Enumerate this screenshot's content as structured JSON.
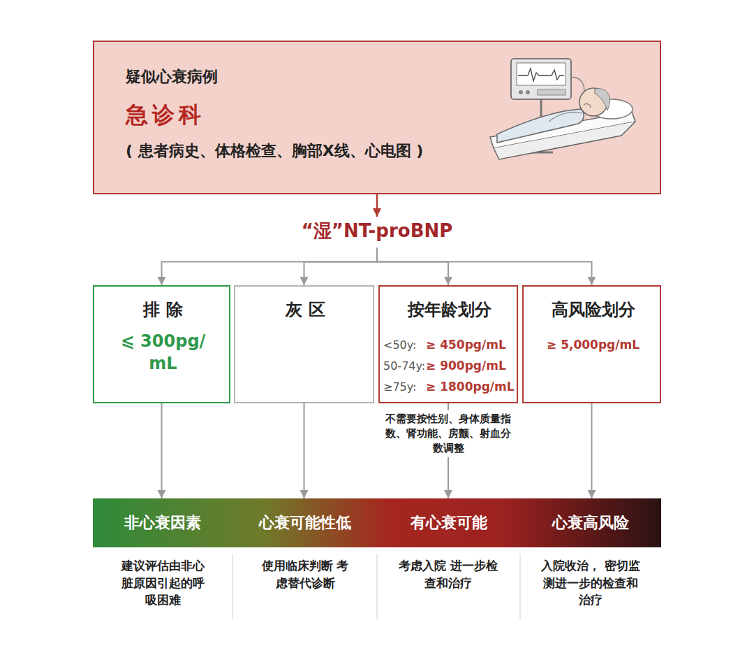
{
  "diagram": {
    "nodes": [
      {
        "text": [
          "疑似心衰病例",
          "急诊科",
          "( 患者病史、体格检查、胸部X线、心电图 )"
        ]
      },
      {
        "text": [
          "“湿”NT-proBNP"
        ]
      },
      {
        "text": [
          "排 除",
          "⩽ 300pg/mL"
        ]
      },
      {
        "text": [
          "灰 区"
        ]
      },
      {
        "text": [
          "按年龄划分",
          "<50y:",
          "≥ 450pg/mL",
          "50-74y:",
          "≥ 900pg/mL",
          "≥75y:",
          "≥ 1800pg/mL"
        ]
      },
      {
        "text": [
          "高风险划分",
          "≥ 5,000pg/mL"
        ]
      },
      {
        "text": [
          "非心衰因素"
        ]
      },
      {
        "text": [
          "心衰可能性低"
        ]
      },
      {
        "text": [
          "有心衰可能"
        ]
      },
      {
        "text": [
          "心衰高风险"
        ]
      }
    ],
    "edges": [
      {
        "from": 0,
        "to": 1,
        "arrow": "to"
      },
      {
        "from": 1,
        "to": 2,
        "arrow": "to"
      },
      {
        "from": 1,
        "to": 3,
        "arrow": "to"
      },
      {
        "from": 1,
        "to": 4,
        "arrow": "to"
      },
      {
        "from": 1,
        "to": 5,
        "arrow": "to"
      },
      {
        "from": 2,
        "to": 6,
        "arrow": "to"
      },
      {
        "from": 3,
        "to": 7,
        "arrow": "to"
      },
      {
        "from": 4,
        "to": 8,
        "arrow": "to"
      },
      {
        "from": 5,
        "to": 9,
        "arrow": "to"
      }
    ],
    "labels": [
      "不需要按性别、身体质量指数、肾功能、房颤、射血分数调整",
      "建议评估由非心脏原因引起的呼吸困难",
      "使用临床判断 考虑替代诊断",
      "考虑入院 进一步检查和治疗",
      "入院收治， 密切监测进一步的检查和治疗"
    ]
  }
}
